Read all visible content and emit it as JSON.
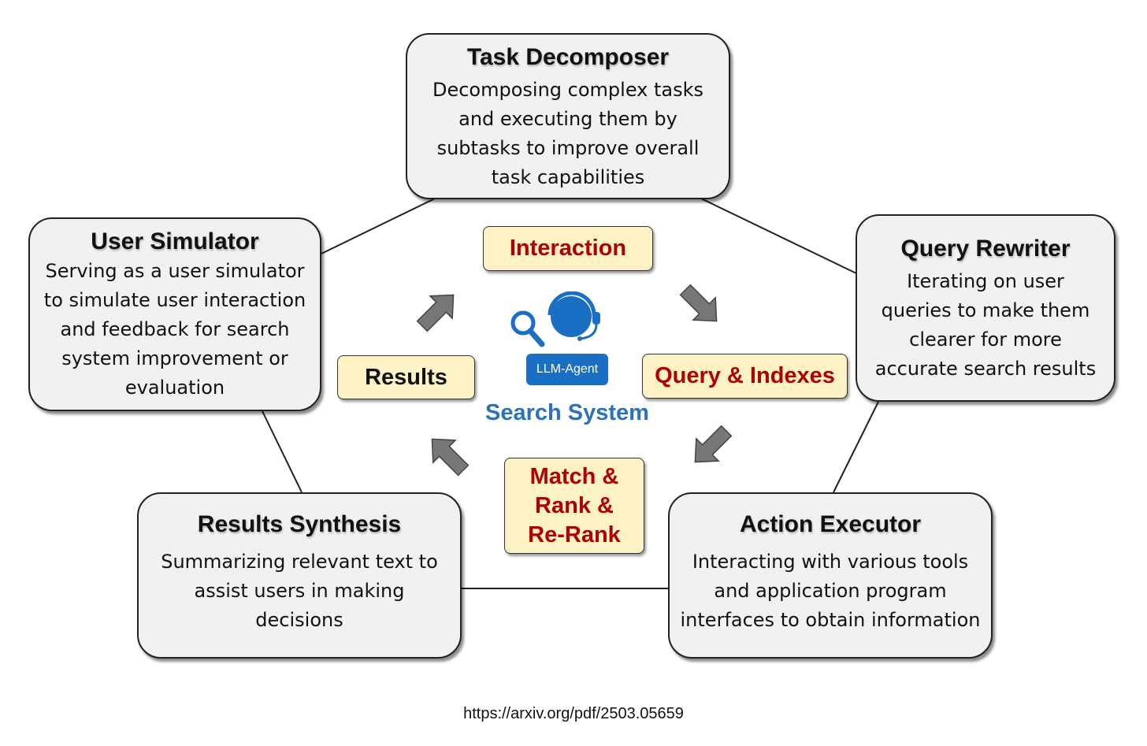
{
  "roles": {
    "task_decomposer": {
      "title": "Task Decomposer",
      "lines": [
        "Decomposing complex tasks",
        "and executing them by",
        "subtasks to improve overall",
        "task capabilities"
      ]
    },
    "query_rewriter": {
      "title": "Query Rewriter",
      "lines": [
        "Iterating on user",
        "queries to make them",
        "clearer for more",
        "accurate search results"
      ]
    },
    "action_executor": {
      "title": "Action Executor",
      "lines": [
        "Interacting with various tools",
        "and application program",
        "interfaces to obtain information"
      ]
    },
    "results_synthesis": {
      "title": "Results Synthesis",
      "lines": [
        "Summarizing relevant text to",
        "assist users in making",
        "decisions"
      ]
    },
    "user_simulator": {
      "title": "User Simulator",
      "lines": [
        "Serving as a user simulator",
        "to simulate user interaction",
        "and feedback for search",
        "system improvement or",
        "evaluation"
      ]
    }
  },
  "cycle": {
    "interaction": "Interaction",
    "query_indexes": "Query & Indexes",
    "match_rank": [
      "Match &",
      "Rank &",
      "Re-Rank"
    ],
    "results": "Results"
  },
  "center": {
    "agent_label": "LLM-Agent",
    "title": "Search System"
  },
  "source": "https://arxiv.org/pdf/2503.05659",
  "colors": {
    "role_box_fill": "#f1f1f1",
    "stage_fill": "#fdf1c6",
    "stage_text_red": "#b00000",
    "accent_blue": "#1b6fc2",
    "arrow_gray": "#777777"
  }
}
